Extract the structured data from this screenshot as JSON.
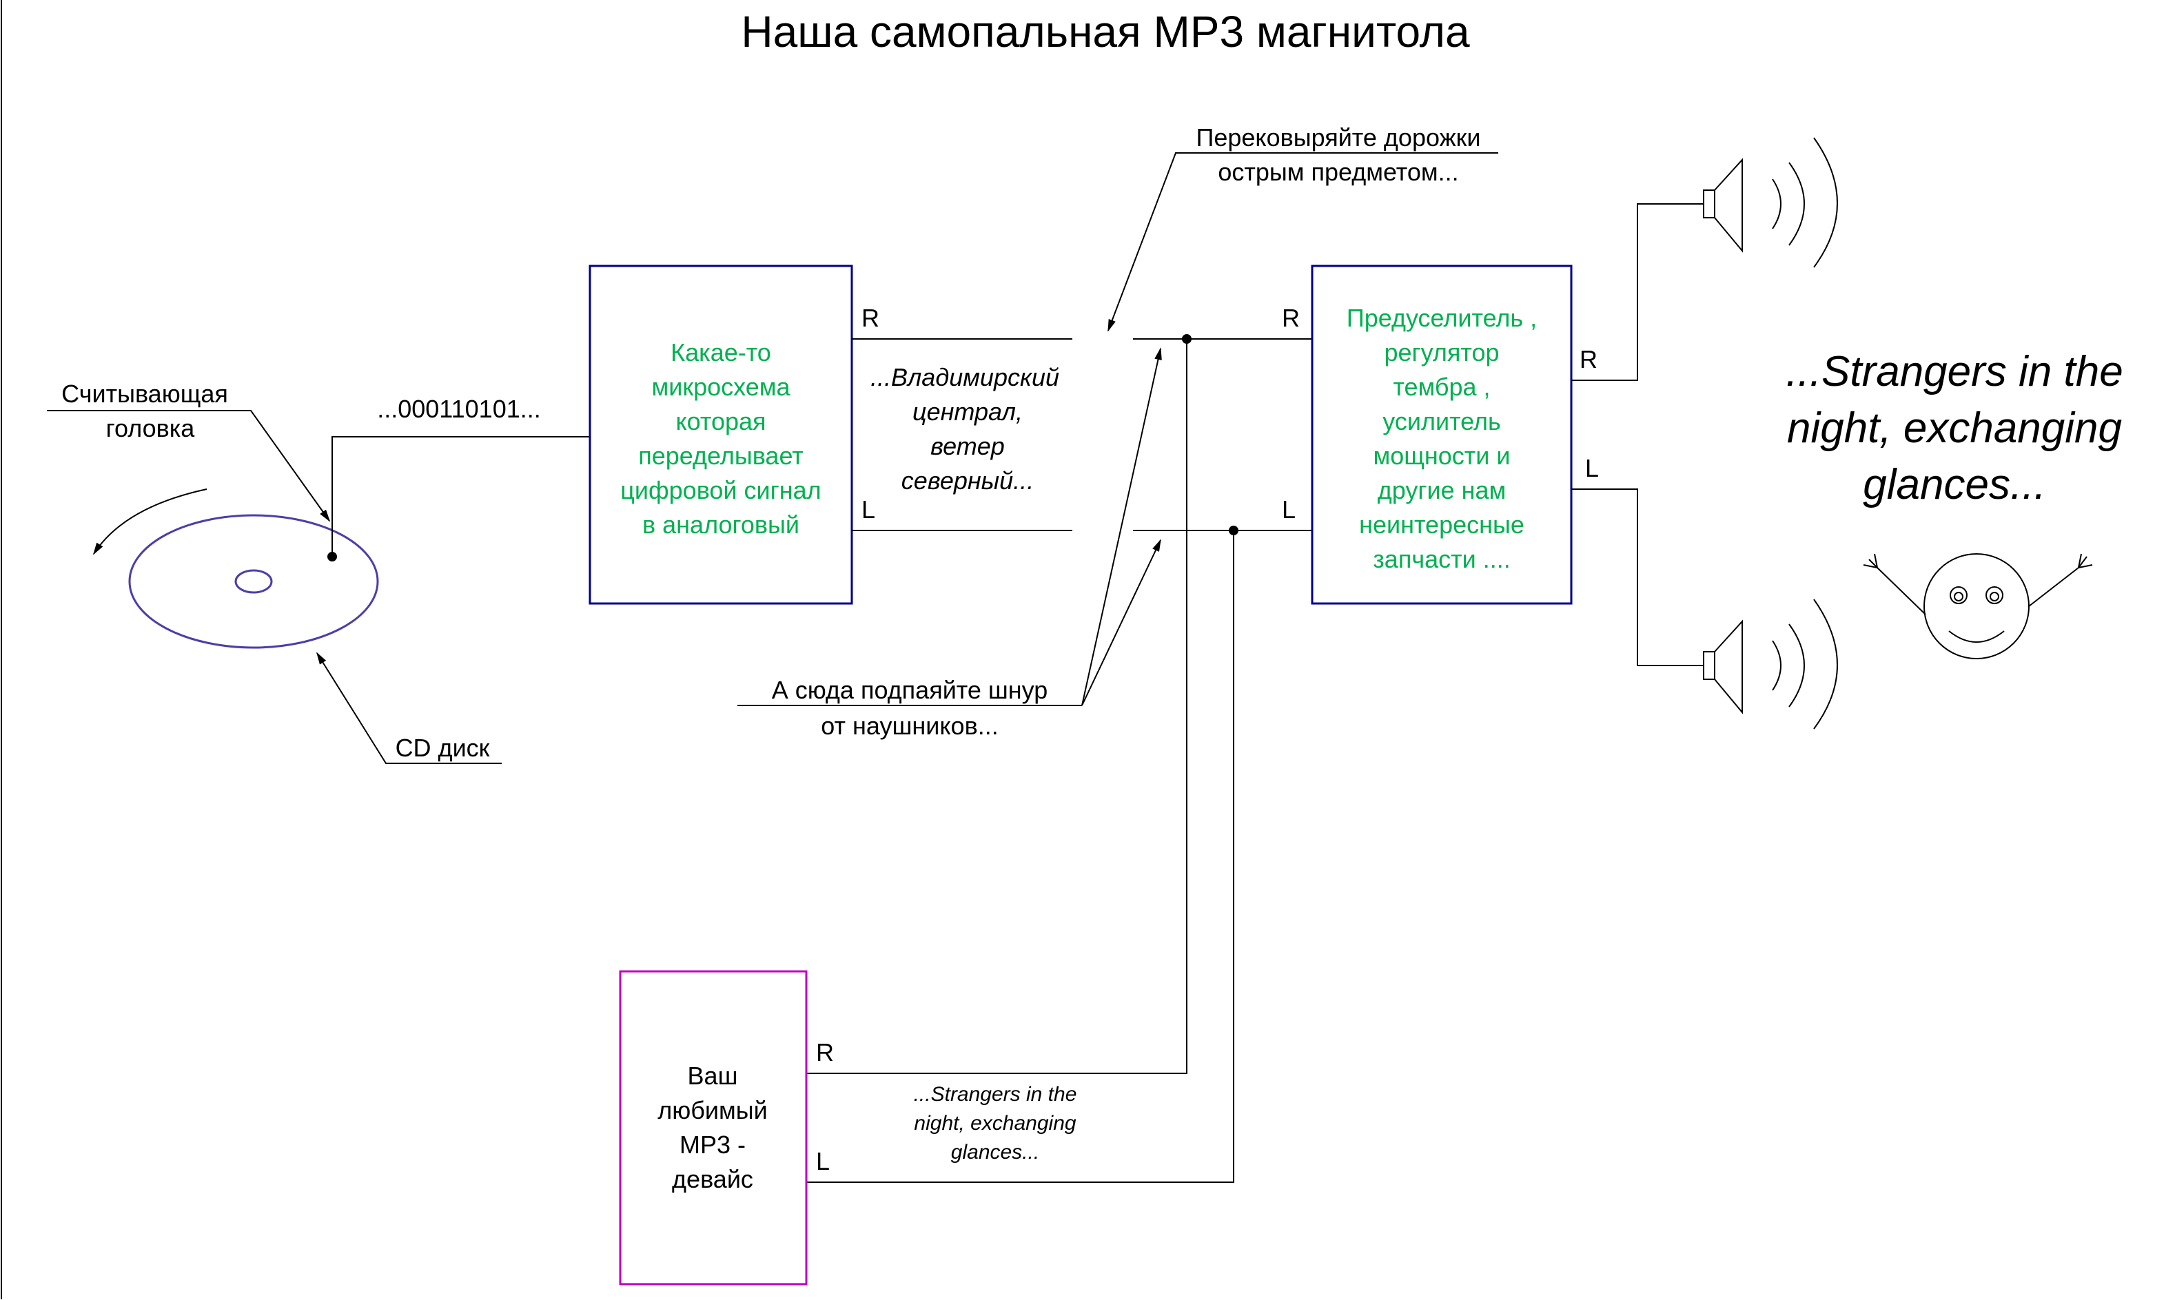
{
  "title": "Наша самопальная MP3 магнитола",
  "labels": {
    "head_label": [
      "Считывающая",
      "головка"
    ],
    "cd_label": "CD диск",
    "bits": "...000110101...",
    "scratch_note": [
      "Перековыряйте дорожки",
      "острым предметом..."
    ],
    "solder_note": [
      "А сюда подпаяйте шнур",
      "от наушников..."
    ],
    "song_big": [
      "...Strangers in the",
      "night, exchanging",
      "glances..."
    ],
    "song_small": [
      "...Strangers in the",
      "night, exchanging",
      "glances..."
    ],
    "chanson": [
      "...Владимирский",
      "централ,",
      "ветер",
      "северный..."
    ]
  },
  "blocks": {
    "dac": [
      "Какае-то",
      "микросхема",
      "которая",
      "переделывает",
      "цифровой сигнал",
      "в аналоговый"
    ],
    "amp": [
      "Предуселитель ,",
      "регулятор",
      "тембра ,",
      "усилитель",
      "мощности и",
      "другие нам",
      "неинтересные",
      "запчасти ...."
    ],
    "mp3": [
      "Ваш",
      "любимый",
      "MP3 -",
      "девайс"
    ]
  },
  "channels": {
    "right": "R",
    "left": "L"
  },
  "colors": {
    "line": "#000000",
    "block_border": "#00008b",
    "block_text": "#00b050",
    "mp3_border": "#c000c0",
    "disk": "#4b3fa8"
  },
  "icons": [
    "speaker-icon",
    "smiley-icon",
    "rotation-arrow-icon"
  ]
}
